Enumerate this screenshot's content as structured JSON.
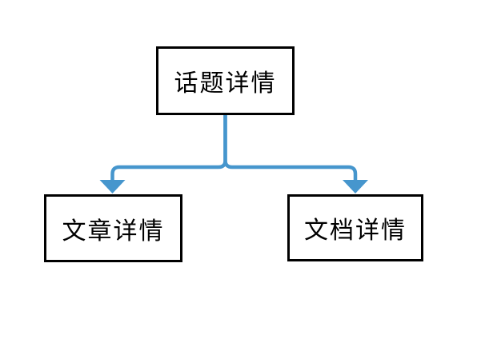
{
  "diagram": {
    "title": "topic-detail-flow",
    "background_color": "#ffffff",
    "connector_color": "#4696CD",
    "box_border_color": "#000000",
    "box_fill_color": "#ffffff",
    "text_color": "#000000",
    "nodes": [
      {
        "id": "topic",
        "label": "话题详情",
        "role": "root"
      },
      {
        "id": "article",
        "label": "文章详情",
        "role": "child"
      },
      {
        "id": "document",
        "label": "文档详情",
        "role": "child"
      }
    ],
    "edges": [
      {
        "from": "topic",
        "to": "article",
        "style": "rounded-elbow-arrow"
      },
      {
        "from": "topic",
        "to": "document",
        "style": "rounded-elbow-arrow"
      }
    ]
  }
}
